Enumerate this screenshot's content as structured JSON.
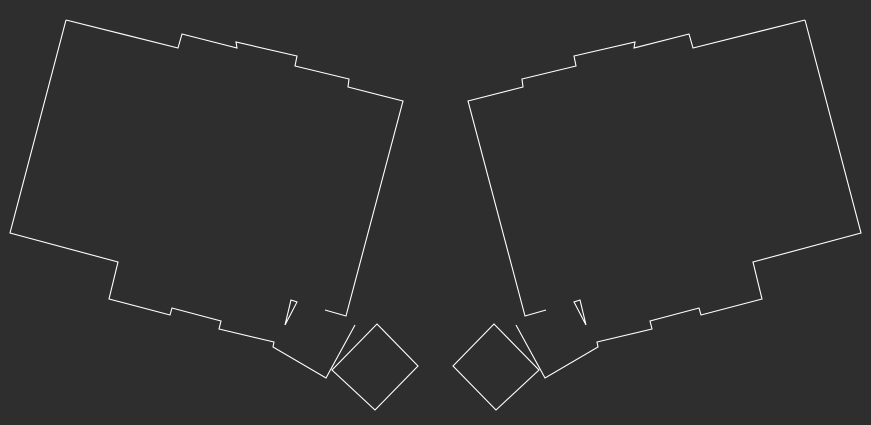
{
  "colors": {
    "background": "#2e2e2e",
    "outline": "#ffffff"
  },
  "parts": [
    {
      "name": "left-plate-outline"
    },
    {
      "name": "left-thumb-cluster-outline"
    },
    {
      "name": "left-thumb-key-outline"
    },
    {
      "name": "left-notch-outline"
    },
    {
      "name": "right-plate-outline"
    },
    {
      "name": "right-thumb-cluster-outline"
    },
    {
      "name": "right-thumb-key-outline"
    },
    {
      "name": "right-notch-outline"
    }
  ]
}
